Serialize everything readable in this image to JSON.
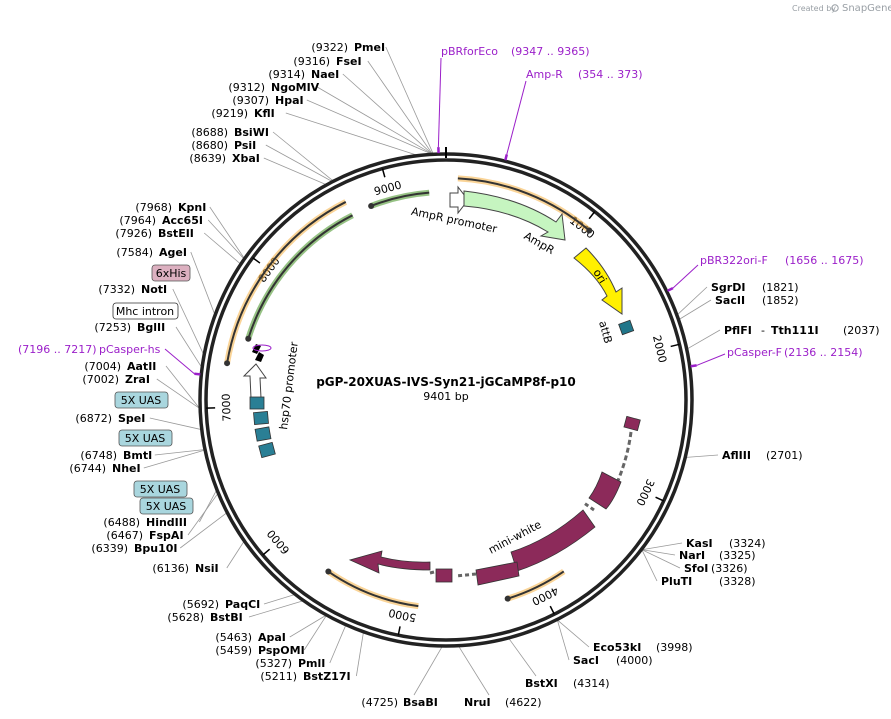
{
  "credit": {
    "created_by": "Created by",
    "brand": "SnapGene"
  },
  "plasmid": {
    "name": "pGP-20XUAS-IVS-Syn21-jGCaMP8f-p10",
    "length_label": "9401 bp",
    "length_bp": 9401
  },
  "colors": {
    "primer": "#9b1fc9",
    "ampr": "#c6f5c0",
    "ori": "#fff000",
    "attb": "#21768a",
    "uas": "#2a7f95",
    "mini_white": "#8c2a5a",
    "his_tag": "#dcb0c0",
    "uas_box": "#a9d6de",
    "orange_arrow": "#f5b041",
    "green_arrow": "#3f8f1f"
  },
  "ticks": [
    {
      "label": "1000",
      "bp": 1000
    },
    {
      "label": "2000",
      "bp": 2000
    },
    {
      "label": "3000",
      "bp": 3000
    },
    {
      "label": "4000",
      "bp": 4000
    },
    {
      "label": "5000",
      "bp": 5000
    },
    {
      "label": "6000",
      "bp": 6000
    },
    {
      "label": "7000",
      "bp": 7000
    },
    {
      "label": "8000",
      "bp": 8000
    },
    {
      "label": "9000",
      "bp": 9000
    }
  ],
  "features": {
    "ampr_promoter": "AmpR promoter",
    "ampr": "AmpR",
    "ori": "ori",
    "attb": "attB",
    "mini_white": "mini-white",
    "hsp70_promoter": "hsp70 promoter"
  },
  "left_sites": [
    {
      "pos": "(9322)",
      "name": "PmeI"
    },
    {
      "pos": "(9316)",
      "name": "FseI"
    },
    {
      "pos": "(9314)",
      "name": "NaeI"
    },
    {
      "pos": "(9312)",
      "name": "NgoMIV"
    },
    {
      "pos": "(9307)",
      "name": "HpaI"
    },
    {
      "pos": "(9219)",
      "name": "KflI"
    },
    {
      "pos": "(8688)",
      "name": "BsiWI"
    },
    {
      "pos": "(8680)",
      "name": "PsiI"
    },
    {
      "pos": "(8639)",
      "name": "XbaI"
    },
    {
      "pos": "(7968)",
      "name": "KpnI"
    },
    {
      "pos": "(7964)",
      "name": "Acc65I"
    },
    {
      "pos": "(7926)",
      "name": "BstEII"
    },
    {
      "pos": "(7584)",
      "name": "AgeI"
    },
    {
      "pos": "(7332)",
      "name": "NotI"
    },
    {
      "pos": "(7253)",
      "name": "BglII"
    },
    {
      "pos": "(7004)",
      "name": "AatII"
    },
    {
      "pos": "(7002)",
      "name": "ZraI"
    },
    {
      "pos": "(6872)",
      "name": "SpeI"
    },
    {
      "pos": "(6748)",
      "name": "BmtI"
    },
    {
      "pos": "(6744)",
      "name": "NheI"
    },
    {
      "pos": "(6488)",
      "name": "HindIII"
    },
    {
      "pos": "(6467)",
      "name": "FspAI"
    },
    {
      "pos": "(6339)",
      "name": "Bpu10I"
    },
    {
      "pos": "(6136)",
      "name": "NsiI"
    },
    {
      "pos": "(5692)",
      "name": "PaqCI"
    },
    {
      "pos": "(5628)",
      "name": "BstBI"
    },
    {
      "pos": "(5463)",
      "name": "ApaI"
    },
    {
      "pos": "(5459)",
      "name": "PspOMI"
    },
    {
      "pos": "(5327)",
      "name": "PmlI"
    },
    {
      "pos": "(5211)",
      "name": "BstZ17I"
    }
  ],
  "bottom_sites": [
    {
      "pos": "(4725)",
      "name": "BsaBI"
    },
    {
      "pos": "(4622)",
      "name": "NruI"
    },
    {
      "pos": "(4314)",
      "name": "BstXI"
    }
  ],
  "right_sites": [
    {
      "name": "SgrDI",
      "pos": "(1821)"
    },
    {
      "name": "SacII",
      "pos": "(1852)"
    },
    {
      "name": "PflFI",
      "sep": " - ",
      "name2": "Tth111I",
      "pos": "(2037)"
    },
    {
      "name": "AflIII",
      "pos": "(2701)"
    },
    {
      "name": "KasI",
      "pos": "(3324)"
    },
    {
      "name": "NarI",
      "pos": "(3325)"
    },
    {
      "name": "SfoI",
      "pos": "(3326)"
    },
    {
      "name": "PluTI",
      "pos": "(3328)"
    },
    {
      "name": "Eco53kI",
      "pos": "(3998)"
    },
    {
      "name": "SacI",
      "pos": "(4000)"
    }
  ],
  "primers": [
    {
      "name": "pBRforEco",
      "range": "(9347 .. 9365)"
    },
    {
      "name": "Amp-R",
      "range": "(354 .. 373)"
    },
    {
      "name": "pBR322ori-F",
      "range": "(1656 .. 1675)"
    },
    {
      "name": "pCasper-F",
      "range": "(2136 .. 2154)"
    },
    {
      "range": "(7196 .. 7217)",
      "name": "pCasper-hs"
    }
  ],
  "boxed_labels": {
    "his": "6xHis",
    "mhc": "Mhc intron",
    "uas": [
      "5X UAS",
      "5X UAS",
      "5X UAS",
      "5X UAS"
    ]
  }
}
